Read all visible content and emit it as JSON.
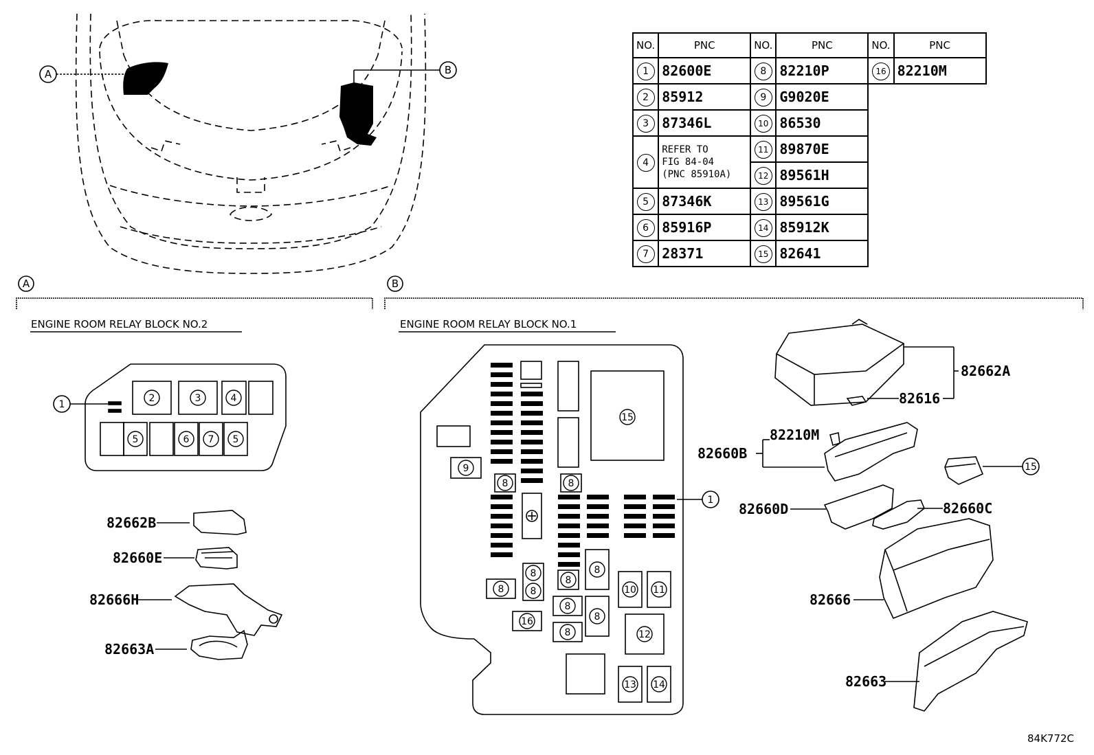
{
  "callouts": {
    "a": "A",
    "b": "B"
  },
  "sections": {
    "a_title": "ENGINE ROOM RELAY BLOCK NO.2",
    "b_title": "ENGINE ROOM RELAY BLOCK NO.1"
  },
  "table": {
    "headers": {
      "no": "NO.",
      "pnc": "PNC"
    },
    "col1": [
      {
        "no": "1",
        "pnc": "82600E"
      },
      {
        "no": "2",
        "pnc": "85912"
      },
      {
        "no": "3",
        "pnc": "87346L"
      },
      {
        "no": "4",
        "pnc": "",
        "note": [
          "REFER TO",
          "FIG 84-04",
          "(PNC 85910A)"
        ]
      },
      {
        "no": "5",
        "pnc": "87346K"
      },
      {
        "no": "6",
        "pnc": "85916P"
      },
      {
        "no": "7",
        "pnc": "28371"
      }
    ],
    "col2": [
      {
        "no": "8",
        "pnc": "82210P"
      },
      {
        "no": "9",
        "pnc": "G9020E"
      },
      {
        "no": "10",
        "pnc": "86530"
      },
      {
        "no": "11",
        "pnc": "89870E"
      },
      {
        "no": "12",
        "pnc": "89561H"
      },
      {
        "no": "13",
        "pnc": "89561G"
      },
      {
        "no": "14",
        "pnc": "85912K"
      },
      {
        "no": "15",
        "pnc": "82641"
      }
    ],
    "col3": [
      {
        "no": "16",
        "pnc": "82210M"
      }
    ]
  },
  "block_a": {
    "relay_numbers": [
      "1",
      "2",
      "3",
      "4",
      "5",
      "6",
      "7",
      "5"
    ],
    "part_labels": [
      "82662B",
      "82660E",
      "82666H",
      "82663A"
    ]
  },
  "block_b": {
    "relay_numbers": [
      "15",
      "9",
      "8",
      "8",
      "1",
      "8",
      "8",
      "8",
      "8",
      "8",
      "8",
      "8",
      "10",
      "11",
      "16",
      "8",
      "12",
      "13",
      "14"
    ],
    "part_labels": [
      "82662A",
      "82616",
      "82210M",
      "82660B",
      "15",
      "82660D",
      "82660C",
      "82666",
      "82663"
    ]
  },
  "diagram_code": "84K772C"
}
